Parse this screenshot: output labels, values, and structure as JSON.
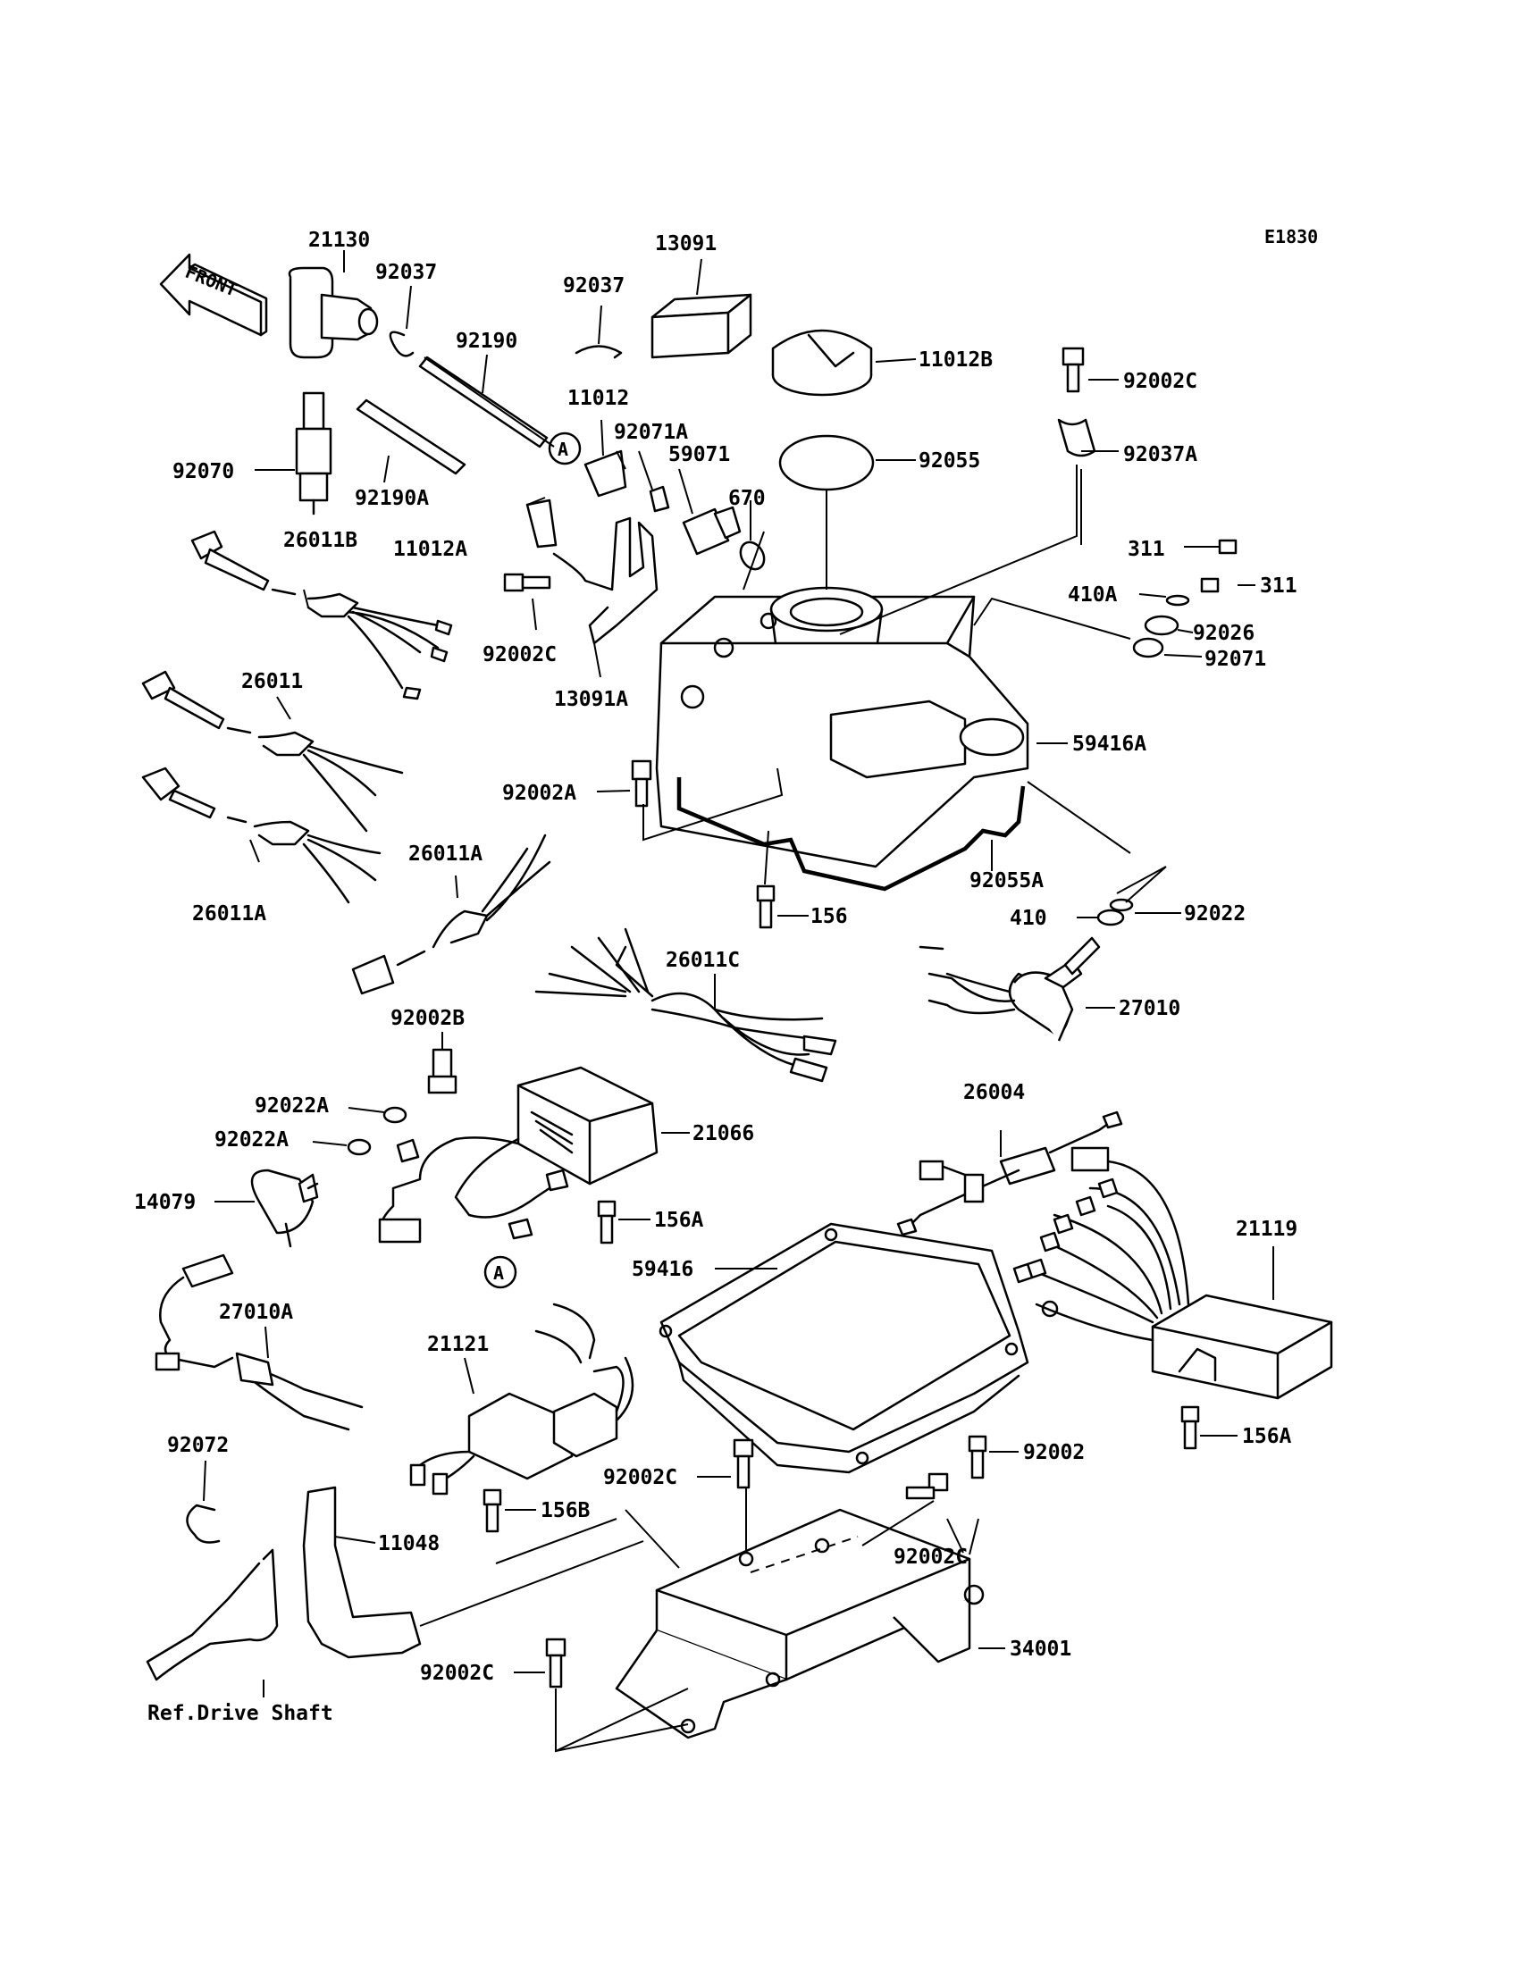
{
  "diagram": {
    "code": "E1830",
    "front_label": "FRONT",
    "reference_note": "Ref.Drive Shaft",
    "callout_marker": "A",
    "parts": [
      {
        "id": "p21130",
        "number": "21130"
      },
      {
        "id": "p92037",
        "number": "92037"
      },
      {
        "id": "p92037b",
        "number": "92037"
      },
      {
        "id": "p13091",
        "number": "13091"
      },
      {
        "id": "p92190",
        "number": "92190"
      },
      {
        "id": "p11012",
        "number": "11012"
      },
      {
        "id": "p11012B",
        "number": "11012B"
      },
      {
        "id": "p92002C_top",
        "number": "92002C"
      },
      {
        "id": "p92071A",
        "number": "92071A"
      },
      {
        "id": "p59071",
        "number": "59071"
      },
      {
        "id": "p92055",
        "number": "92055"
      },
      {
        "id": "p92037A",
        "number": "92037A"
      },
      {
        "id": "p92070",
        "number": "92070"
      },
      {
        "id": "p92190A",
        "number": "92190A"
      },
      {
        "id": "p670",
        "number": "670"
      },
      {
        "id": "p26011B",
        "number": "26011B"
      },
      {
        "id": "p11012A",
        "number": "11012A"
      },
      {
        "id": "p311a",
        "number": "311"
      },
      {
        "id": "p311b",
        "number": "311"
      },
      {
        "id": "p410A",
        "number": "410A"
      },
      {
        "id": "p92026",
        "number": "92026"
      },
      {
        "id": "p92002C_mid",
        "number": "92002C"
      },
      {
        "id": "p92071",
        "number": "92071"
      },
      {
        "id": "p13091A",
        "number": "13091A"
      },
      {
        "id": "p26011",
        "number": "26011"
      },
      {
        "id": "p59416A",
        "number": "59416A"
      },
      {
        "id": "p92002A",
        "number": "92002A"
      },
      {
        "id": "p26011A_mid",
        "number": "26011A"
      },
      {
        "id": "p92055A",
        "number": "92055A"
      },
      {
        "id": "p26011A_left",
        "number": "26011A"
      },
      {
        "id": "p156",
        "number": "156"
      },
      {
        "id": "p410",
        "number": "410"
      },
      {
        "id": "p92022",
        "number": "92022"
      },
      {
        "id": "p26011C",
        "number": "26011C"
      },
      {
        "id": "p27010",
        "number": "27010"
      },
      {
        "id": "p92002B",
        "number": "92002B"
      },
      {
        "id": "p26004",
        "number": "26004"
      },
      {
        "id": "p92022A_1",
        "number": "92022A"
      },
      {
        "id": "p21066",
        "number": "21066"
      },
      {
        "id": "p92022A_2",
        "number": "92022A"
      },
      {
        "id": "p14079",
        "number": "14079"
      },
      {
        "id": "p156A_1",
        "number": "156A"
      },
      {
        "id": "p21119",
        "number": "21119"
      },
      {
        "id": "p59416",
        "number": "59416"
      },
      {
        "id": "p27010A",
        "number": "27010A"
      },
      {
        "id": "p21121",
        "number": "21121"
      },
      {
        "id": "p92072",
        "number": "92072"
      },
      {
        "id": "p92002",
        "number": "92002"
      },
      {
        "id": "p156A_2",
        "number": "156A"
      },
      {
        "id": "p92002C_low",
        "number": "92002C"
      },
      {
        "id": "p156B",
        "number": "156B"
      },
      {
        "id": "p11048",
        "number": "11048"
      },
      {
        "id": "p92002C_right",
        "number": "92002C"
      },
      {
        "id": "p34001",
        "number": "34001"
      },
      {
        "id": "p92002C_bottom",
        "number": "92002C"
      }
    ]
  }
}
